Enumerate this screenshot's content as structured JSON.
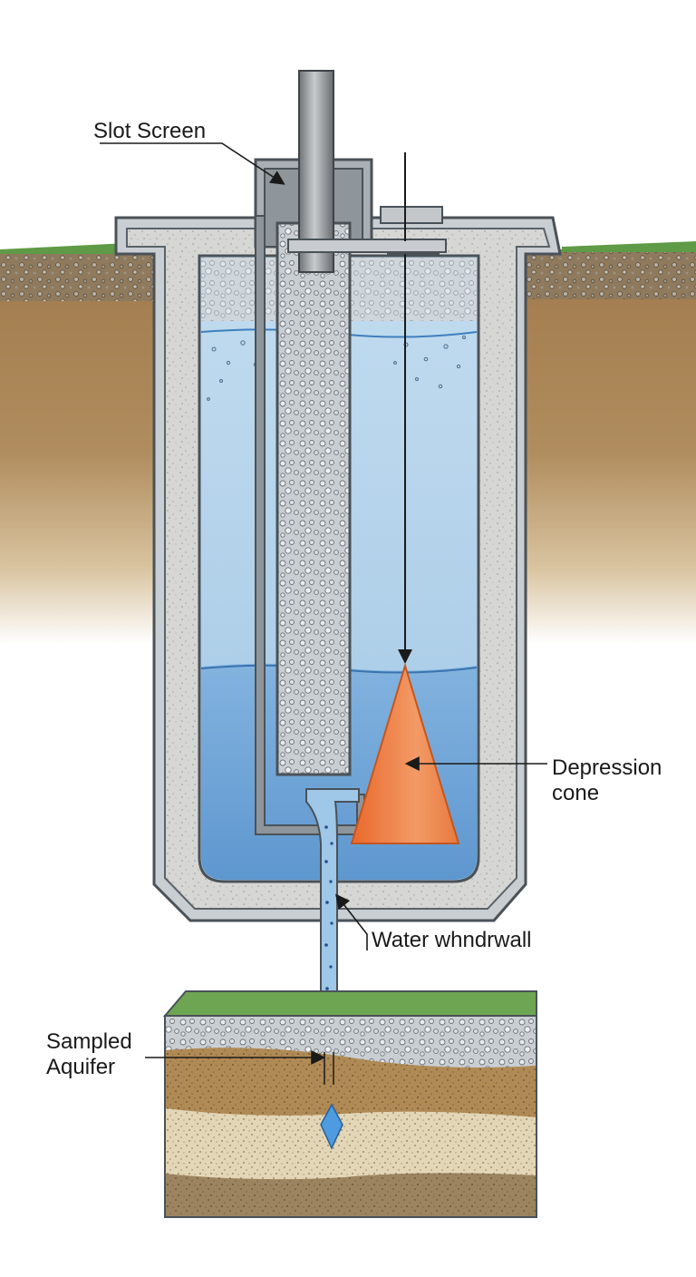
{
  "labels": {
    "slot_screen": "Slot Screen",
    "depression_cone_line1": "Depression",
    "depression_cone_line2": "cone",
    "water_withdrawal": "Water whndrwall",
    "sampled_aquifer_line1": "Sampled",
    "sampled_aquifer_line2": "Aquifer"
  },
  "colors": {
    "soil": "#a98555",
    "grass": "#5f9a46",
    "water": "#a9cdea",
    "water_deep": "#6fa6d9",
    "cone": "#f0834a",
    "casing": "#9aa2a8",
    "pipe": "#8d9195",
    "stroke": "#4a5258"
  },
  "icons": [
    "water-drop-arrow-icon"
  ]
}
